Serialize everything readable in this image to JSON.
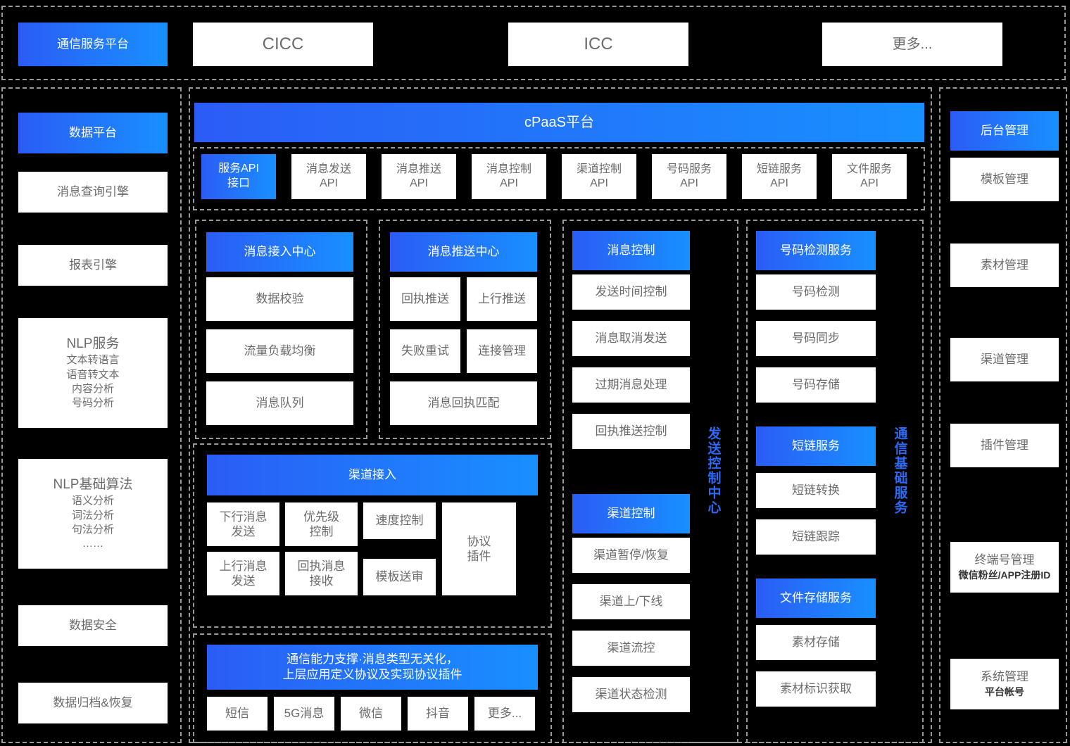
{
  "colors": {
    "accent_start": "#2b5cf6",
    "accent_end": "#1890ff",
    "bg": "#000000",
    "box_bg": "#ffffff",
    "box_text": "#6b6b6b",
    "dash": "#9a9a9a",
    "vertical_label": "#2b6af5"
  },
  "top_strip": {
    "platform": "通信服务平台",
    "apps": [
      "CICC",
      "ICC",
      "更多..."
    ]
  },
  "left_panel": {
    "header": "数据平台",
    "items": [
      {
        "title": "消息查询引擎",
        "sub": ""
      },
      {
        "title": "报表引擎",
        "sub": ""
      },
      {
        "title": "NLP服务",
        "sub": "文本转语言\n语音转文本\n内容分析\n号码分析"
      },
      {
        "title": "NLP基础算法",
        "sub": "语义分析\n词法分析\n句法分析\n……"
      },
      {
        "title": "数据安全",
        "sub": ""
      },
      {
        "title": "数据归档&恢复",
        "sub": ""
      }
    ]
  },
  "center": {
    "cpaas_title": "cPaaS平台",
    "api_boxes": [
      {
        "label": "服务API\n接口",
        "highlight": true
      },
      {
        "label": "消息发送\nAPI",
        "highlight": false
      },
      {
        "label": "消息推送\nAPI",
        "highlight": false
      },
      {
        "label": "消息控制\nAPI",
        "highlight": false
      },
      {
        "label": "渠道控制\nAPI",
        "highlight": false
      },
      {
        "label": "号码服务\nAPI",
        "highlight": false
      },
      {
        "label": "短链服务\nAPI",
        "highlight": false
      },
      {
        "label": "文件服务\nAPI",
        "highlight": false
      }
    ],
    "access_center": {
      "header": "消息接入中心",
      "items": [
        "数据校验",
        "流量负载均衡",
        "消息队列"
      ]
    },
    "push_center": {
      "header": "消息推送中心",
      "items_row1": [
        "回执推送",
        "上行推送"
      ],
      "items_row2": [
        "失败重试",
        "连接管理"
      ],
      "items_row3": [
        "消息回执匹配"
      ]
    },
    "send_control": {
      "vertical_label": "发送控制中心",
      "group1_header": "消息控制",
      "group1_items": [
        "发送时间控制",
        "消息取消发送",
        "过期消息处理",
        "回执推送控制"
      ],
      "group2_header": "渠道控制",
      "group2_items": [
        "渠道暂停/恢复",
        "渠道上/下线",
        "渠道流控",
        "渠道状态检测"
      ]
    },
    "infra_services": {
      "vertical_label": "通信基础服务",
      "group1_header": "号码检测服务",
      "group1_items": [
        "号码检测",
        "号码同步",
        "号码存储"
      ],
      "group2_header": "短链服务",
      "group2_items": [
        "短链转换",
        "短链跟踪"
      ],
      "group3_header": "文件存储服务",
      "group3_items": [
        "素材存储",
        "素材标识获取"
      ]
    },
    "channel_access": {
      "header": "渠道接入",
      "items": [
        "下行消息\n发送",
        "优先级\n控制",
        "速度控制",
        "上行消息\n发送",
        "回执消息\n接收",
        "模板送审",
        "协议\n插件"
      ]
    },
    "capability": {
      "header": "通信能力支撑·消息类型无关化，\n上层应用定义协议及实现协议插件",
      "channels": [
        "短信",
        "5G消息",
        "微信",
        "抖音",
        "更多..."
      ]
    }
  },
  "right_panel": {
    "header": "后台管理",
    "items": [
      {
        "title": "模板管理",
        "sub": ""
      },
      {
        "title": "素材管理",
        "sub": ""
      },
      {
        "title": "渠道管理",
        "sub": ""
      },
      {
        "title": "插件管理",
        "sub": ""
      },
      {
        "title": "终端号管理",
        "sub": "微信粉丝/APP注册ID"
      },
      {
        "title": "系统管理",
        "sub": "平台帐号"
      }
    ]
  }
}
